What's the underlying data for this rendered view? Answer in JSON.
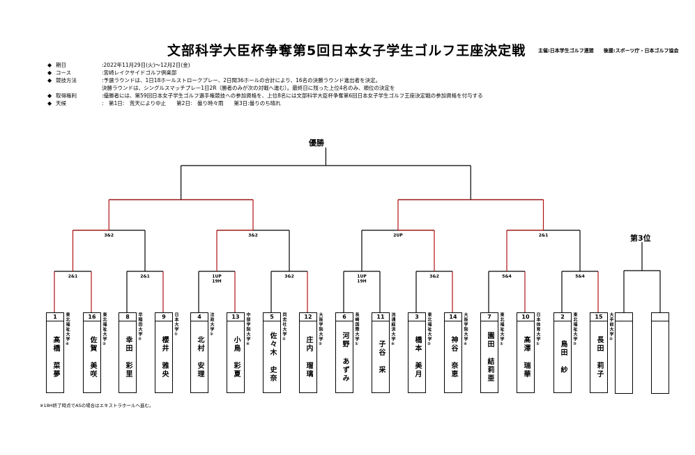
{
  "title": "文部科学大臣杯争奪第5回日本女子学生ゴルフ王座決定戦",
  "sponsor": "主催:日本学生ゴルフ連盟　　後援:スポーツ庁・日本ゴルフ協会",
  "info": [
    {
      "label": "期日",
      "value": ":2022年11月29日(火)～12月2日(金)"
    },
    {
      "label": "コース",
      "value": ":宮崎レイクサイドゴルフ倶楽部"
    },
    {
      "label": "競技方法",
      "value": ":予選ラウンドは、1日18ホールストロークプレー、2日間36ホールの合計により、16名の決勝ラウンド進出者を決定。"
    },
    {
      "label": "",
      "value": "決勝ラウンドは、シングルスマッチプレー1日2R（勝者のみが次の対戦へ進む）。最終日に残った上位4名のみ、順位の決定を"
    },
    {
      "label": "取得権利",
      "value": ":優勝者には、第59回日本女子学生ゴルフ選手権競技への参加資格を、上位8名には文部科学大臣杯争奪第6回日本女子学生ゴルフ王座決定戦の参加資格を付与する"
    },
    {
      "label": "天候",
      "value": ":　第1日:　荒天により中止　　第2日:　曇り時々雨　　第3日:曇りのち晴れ"
    }
  ],
  "champion_label": "優勝",
  "third_label": "第3位",
  "results": {
    "r1": [
      "2&1",
      "2&1",
      "1UP\n19H",
      "3&2",
      "1UP\n19H",
      "3&2",
      "5&4",
      "5&4"
    ],
    "r2": [
      "3&2",
      "3&2",
      "2UP",
      "2&1"
    ]
  },
  "players": [
    {
      "seed": "1",
      "name": "髙橋 菜夢",
      "school": "東北福祉大学④"
    },
    {
      "seed": "16",
      "name": "佐賀 美咲",
      "school": "東北福祉大学②"
    },
    {
      "seed": "8",
      "name": "幸田 彩里",
      "school": "早稲田大学③"
    },
    {
      "seed": "9",
      "name": "櫻井 雅央",
      "school": "日本大学①"
    },
    {
      "seed": "4",
      "name": "北村 安理",
      "school": "法政大学②"
    },
    {
      "seed": "13",
      "name": "小鳥 彩夏",
      "school": "中部学院大学④"
    },
    {
      "seed": "5",
      "name": "佐々木 史奈",
      "school": "同志社大学①"
    },
    {
      "seed": "12",
      "name": "庄内 瑠璃",
      "school": "大阪学院大学②"
    },
    {
      "seed": "6",
      "name": "河野 あずみ",
      "school": "長崎国際大学①"
    },
    {
      "seed": "11",
      "name": "子谷 采",
      "school": "流通経済大学④"
    },
    {
      "seed": "3",
      "name": "橋本 美月",
      "school": "東北福祉大学②"
    },
    {
      "seed": "14",
      "name": "神谷 奈恵",
      "school": "大阪学院大学④"
    },
    {
      "seed": "7",
      "name": "園田 結莉亜",
      "school": "東北福祉大学①"
    },
    {
      "seed": "10",
      "name": "髙澤 瑞華",
      "school": "日本体育大学①"
    },
    {
      "seed": "2",
      "name": "鳥田 紗",
      "school": "東北福祉大学③"
    },
    {
      "seed": "15",
      "name": "長田 莉子",
      "school": "大手前大学②"
    }
  ],
  "note": "※18H終了時点でASの場合はエキストラホールへ進む。"
}
